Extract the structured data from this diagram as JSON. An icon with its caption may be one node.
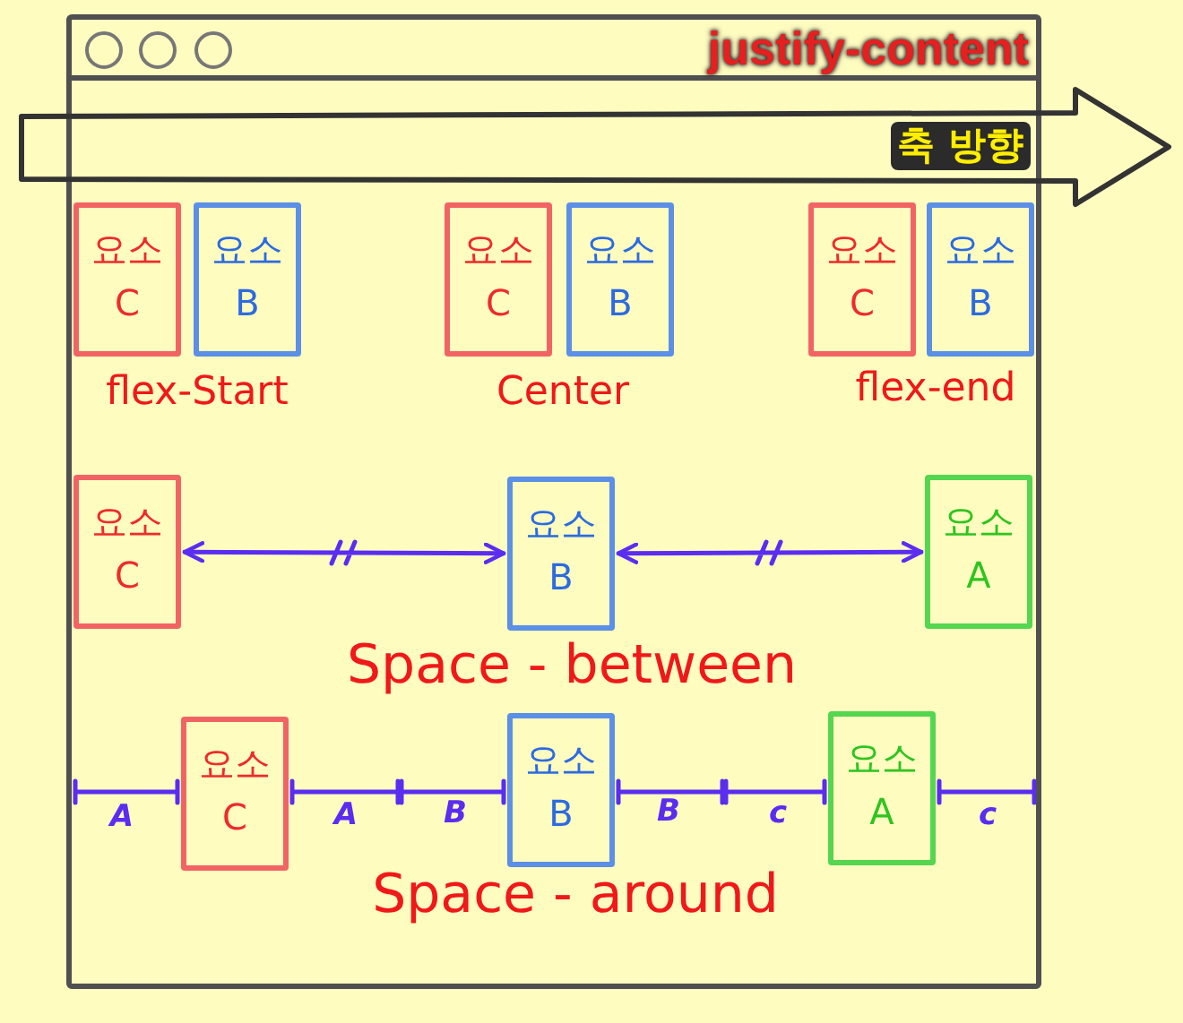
{
  "diagram": {
    "nodes": [
      {
        "text": [
          "justify-content"
        ]
      },
      {
        "text": [
          "축 방향"
        ]
      },
      {
        "text": [
          "요소 C"
        ],
        "in": 0
      },
      {
        "text": [
          "요소 B"
        ],
        "in": 0
      },
      {
        "text": [
          "요소 C"
        ],
        "in": 0
      },
      {
        "text": [
          "요소 B"
        ],
        "in": 0
      },
      {
        "text": [
          "요소 C"
        ],
        "in": 0
      },
      {
        "text": [
          "요소 B"
        ],
        "in": 0
      },
      {
        "text": [
          "요소 C"
        ],
        "in": 0
      },
      {
        "text": [
          "요소 B"
        ],
        "in": 0
      },
      {
        "text": [
          "요소 A"
        ],
        "in": 0
      },
      {
        "text": [
          "요소 C"
        ],
        "in": 0
      },
      {
        "text": [
          "요소 B"
        ],
        "in": 0
      },
      {
        "text": [
          "요소 A"
        ],
        "in": 0
      }
    ],
    "edges": [
      {
        "from": 8,
        "to": 9,
        "arrow": "both"
      },
      {
        "from": 9,
        "to": 10,
        "arrow": "both"
      }
    ],
    "labels": [
      "flex-Start",
      "Center",
      "flex-end",
      "Space - between",
      "A",
      "A",
      "B",
      "B",
      "c",
      "c",
      "Space - around"
    ]
  }
}
